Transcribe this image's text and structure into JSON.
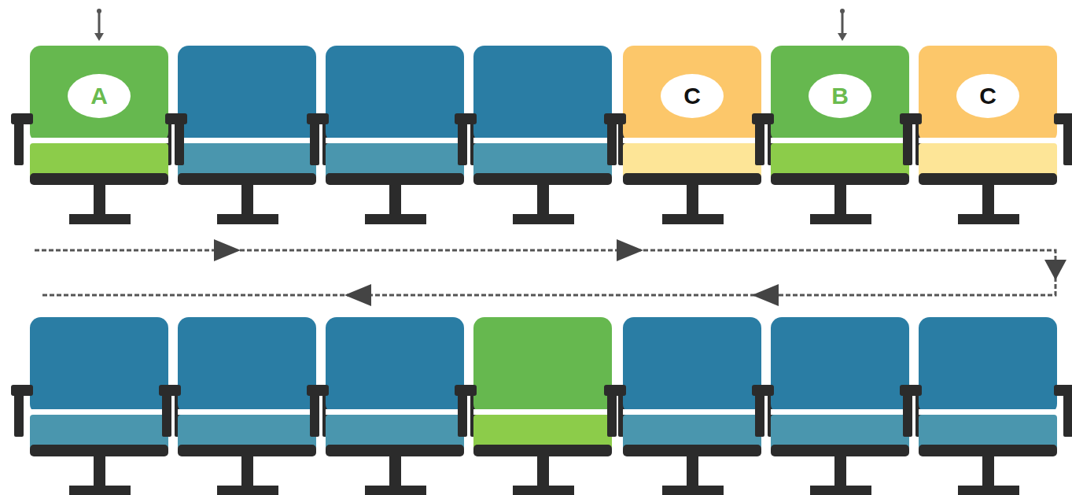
{
  "diagram": {
    "nodes": [
      {
        "text": [
          "A"
        ]
      },
      {
        "text": [
          "C"
        ]
      },
      {
        "text": [
          "B"
        ]
      },
      {
        "text": [
          "C"
        ]
      }
    ]
  }
}
